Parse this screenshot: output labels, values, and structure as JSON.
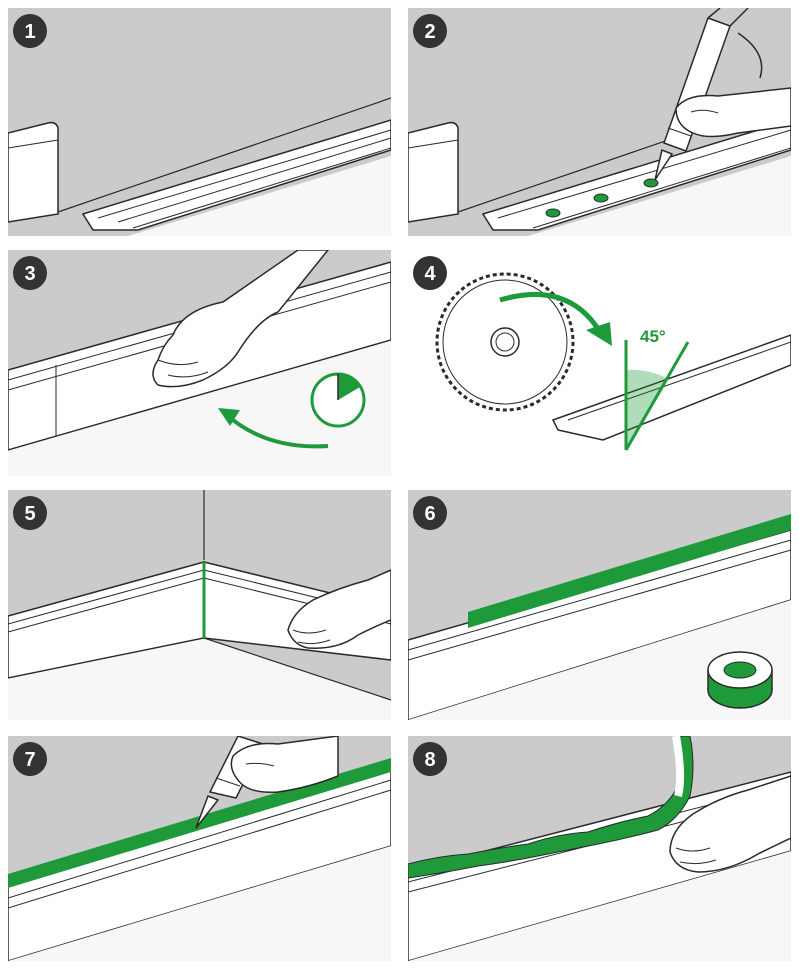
{
  "colors": {
    "wall": "#cbcbcb",
    "floor": "#f7f7f7",
    "board": "#ffffff",
    "line": "#2a2a2a",
    "accent": "#1f9a3a",
    "badge": "#333333"
  },
  "steps": [
    {
      "number": "1"
    },
    {
      "number": "2"
    },
    {
      "number": "3"
    },
    {
      "number": "4",
      "angle_label": "45°"
    },
    {
      "number": "5"
    },
    {
      "number": "6"
    },
    {
      "number": "7"
    },
    {
      "number": "8"
    }
  ],
  "icons": [
    "caulk-gun-icon",
    "hand-icon",
    "clock-icon",
    "saw-blade-icon",
    "curved-arrow-icon",
    "tape-roll-icon"
  ]
}
